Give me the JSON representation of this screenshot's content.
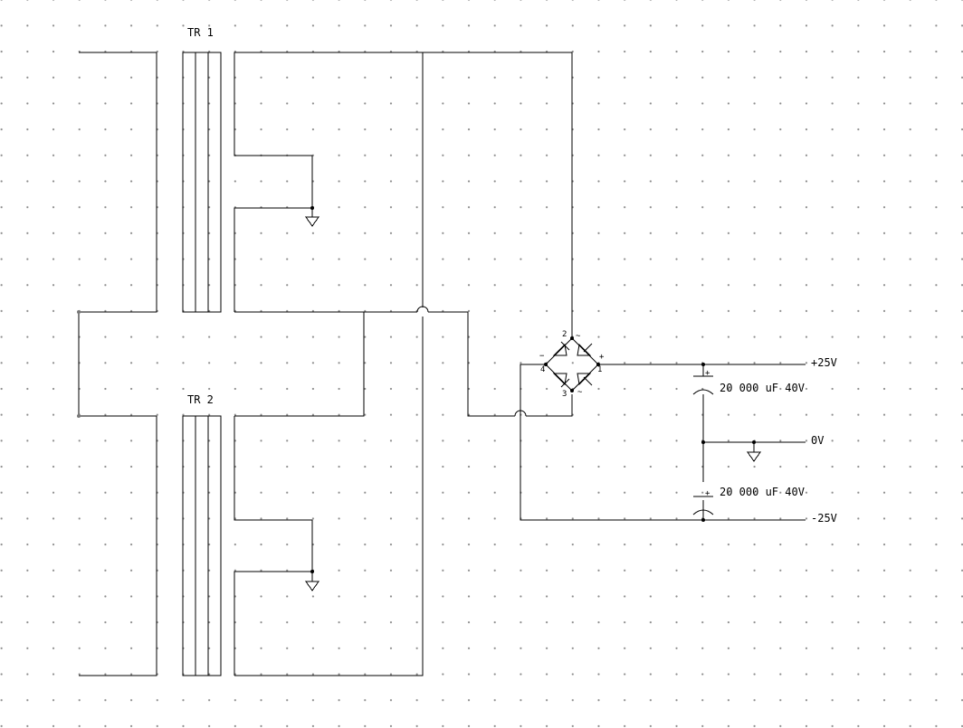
{
  "transformers": [
    {
      "id": "tr1",
      "label": "TR 1"
    },
    {
      "id": "tr2",
      "label": "TR 2"
    }
  ],
  "bridge": {
    "pins": {
      "p1": "1",
      "p2": "2",
      "p3": "3",
      "p4": "4"
    },
    "marks": {
      "plus": "+",
      "minus": "−",
      "ac_top": "~",
      "ac_bottom": "~"
    }
  },
  "capacitors": [
    {
      "id": "c1",
      "label": "20 000 uF 40V",
      "plus": "+"
    },
    {
      "id": "c2",
      "label": "20 000 uF 40V",
      "plus": "+"
    }
  ],
  "outputs": {
    "positive": "+25V",
    "ground": "0V",
    "negative": "-25V"
  }
}
